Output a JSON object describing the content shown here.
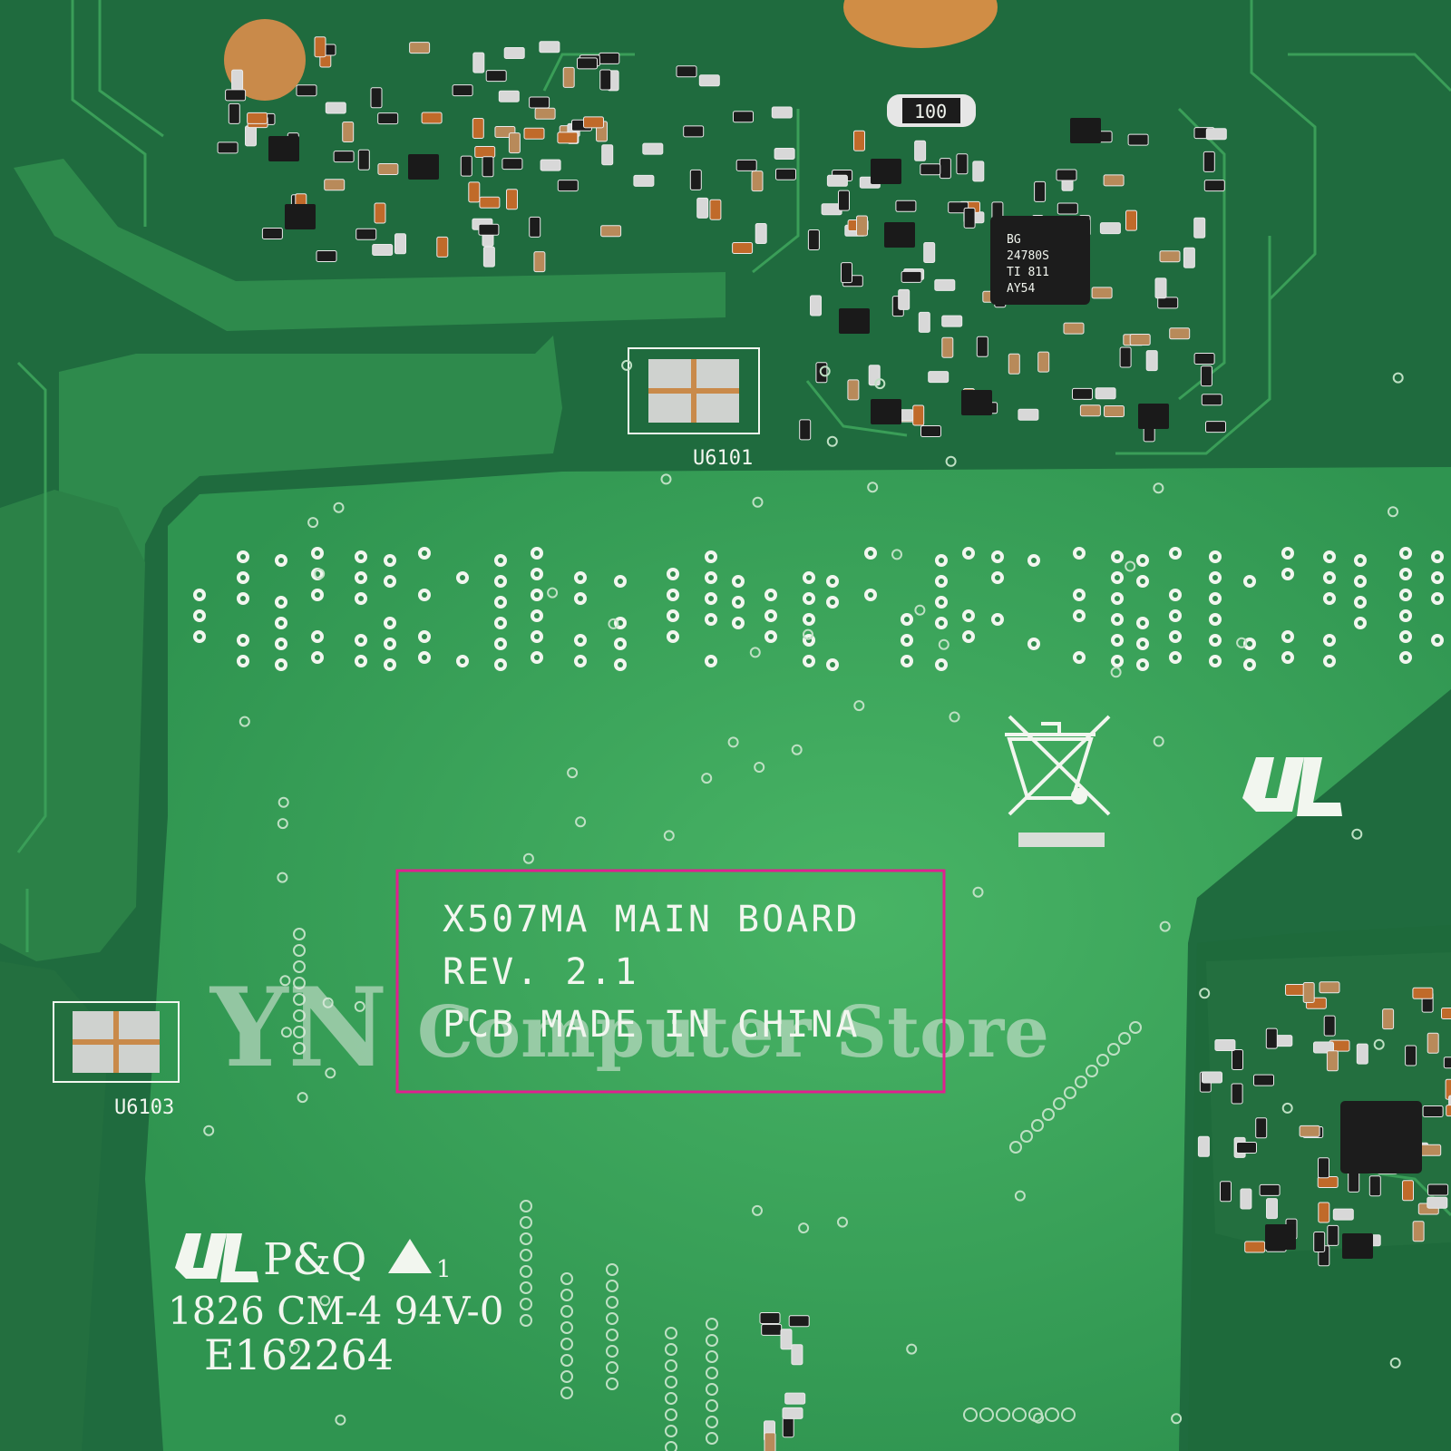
{
  "colors": {
    "board_dark": "#1f6b3e",
    "board_mid": "#2e8a4c",
    "board_light": "#3fa85a",
    "copper": "#c98a4a",
    "silkscreen": "#f2f6ef",
    "highlight_box": "#e0208f",
    "chip": "#1c1c1c"
  },
  "board_label": {
    "line1": "X507MA MAIN BOARD",
    "line2": "REV. 2.1",
    "line3": "PCB MADE IN CHINA"
  },
  "watermark": {
    "logo": "YN",
    "text": "Computer Store"
  },
  "designators": {
    "u6101": "U6101",
    "u6103": "U6103"
  },
  "chip_marking": [
    "BG",
    "24780S",
    "TI 811",
    "AY54"
  ],
  "resistor_marking": "100",
  "certification": {
    "line1_text": "P&Q",
    "line1_rev": "1",
    "line2": "1826 CM-4 94V-0",
    "line3": "E162264"
  },
  "icons": {
    "ul_mark": "ul-recognized-mark-icon",
    "weee": "crossed-out-wheelie-bin-icon",
    "triangle": "warning-triangle-icon"
  }
}
